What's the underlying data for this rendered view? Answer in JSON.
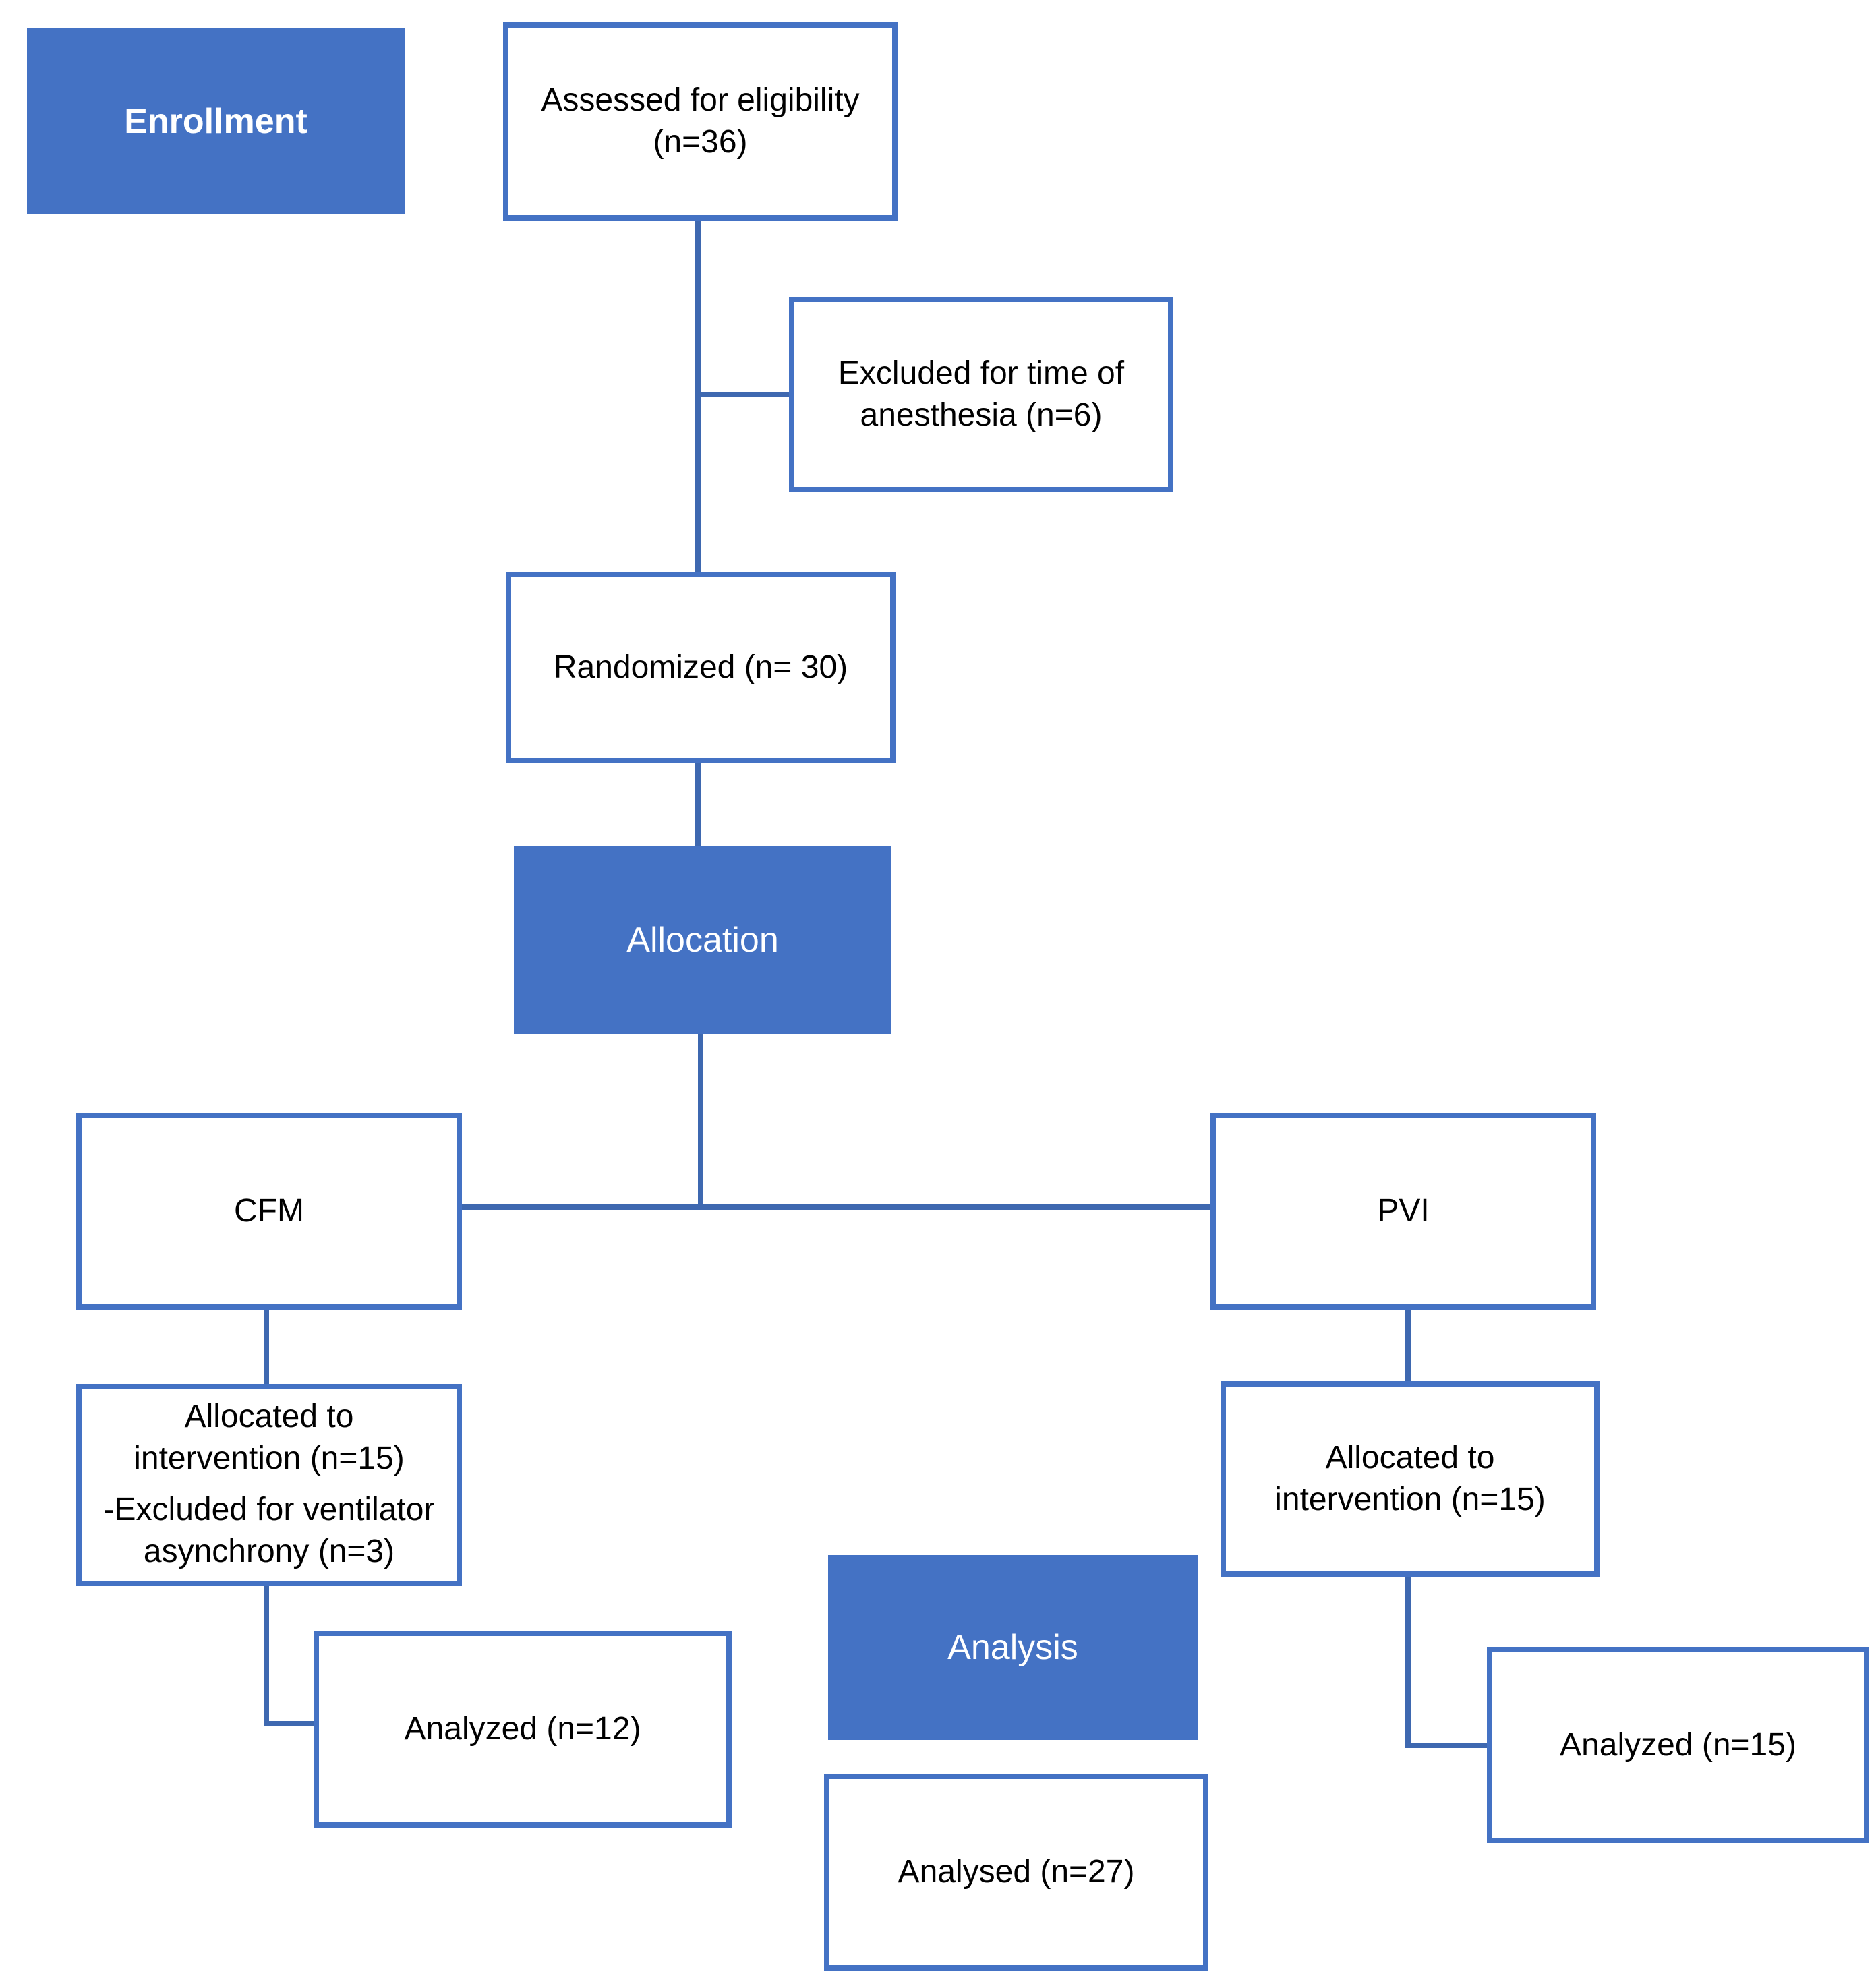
{
  "diagram": {
    "type": "consort-flow",
    "stages": {
      "enrollment": "Enrollment",
      "allocation": "Allocation",
      "analysis": "Analysis"
    },
    "nodes": {
      "assessed": "Assessed for eligibility\n(n=36)",
      "excluded": "Excluded for time of\nanesthesia (n=6)",
      "randomized": "Randomized (n= 30)",
      "cfm_arm": "CFM",
      "pvi_arm": "PVI",
      "allocated_cfm": {
        "primary": "Allocated to\nintervention (n=15)",
        "secondary": "-Excluded for ventilator\nasynchrony (n=3)"
      },
      "allocated_pvi": "Allocated to\nintervention (n=15)",
      "analyzed_cfm": "Analyzed (n=12)",
      "analyzed_pvi": "Analyzed (n=15)",
      "analysed_total": "Analysed (n=27)"
    },
    "counts": {
      "assessed": 36,
      "excluded_time_of_anesthesia": 6,
      "randomized": 30,
      "allocated_cfm": 15,
      "excluded_ventilator_asynchrony": 3,
      "allocated_pvi": 15,
      "analyzed_cfm": 12,
      "analyzed_pvi": 15,
      "analysed_total": 27
    },
    "colors": {
      "stage_fill": "#4472c4",
      "box_border": "#4472c4",
      "connector": "#3e68b0",
      "stage_text": "#ffffff",
      "box_text": "#000000",
      "background": "#ffffff"
    }
  }
}
